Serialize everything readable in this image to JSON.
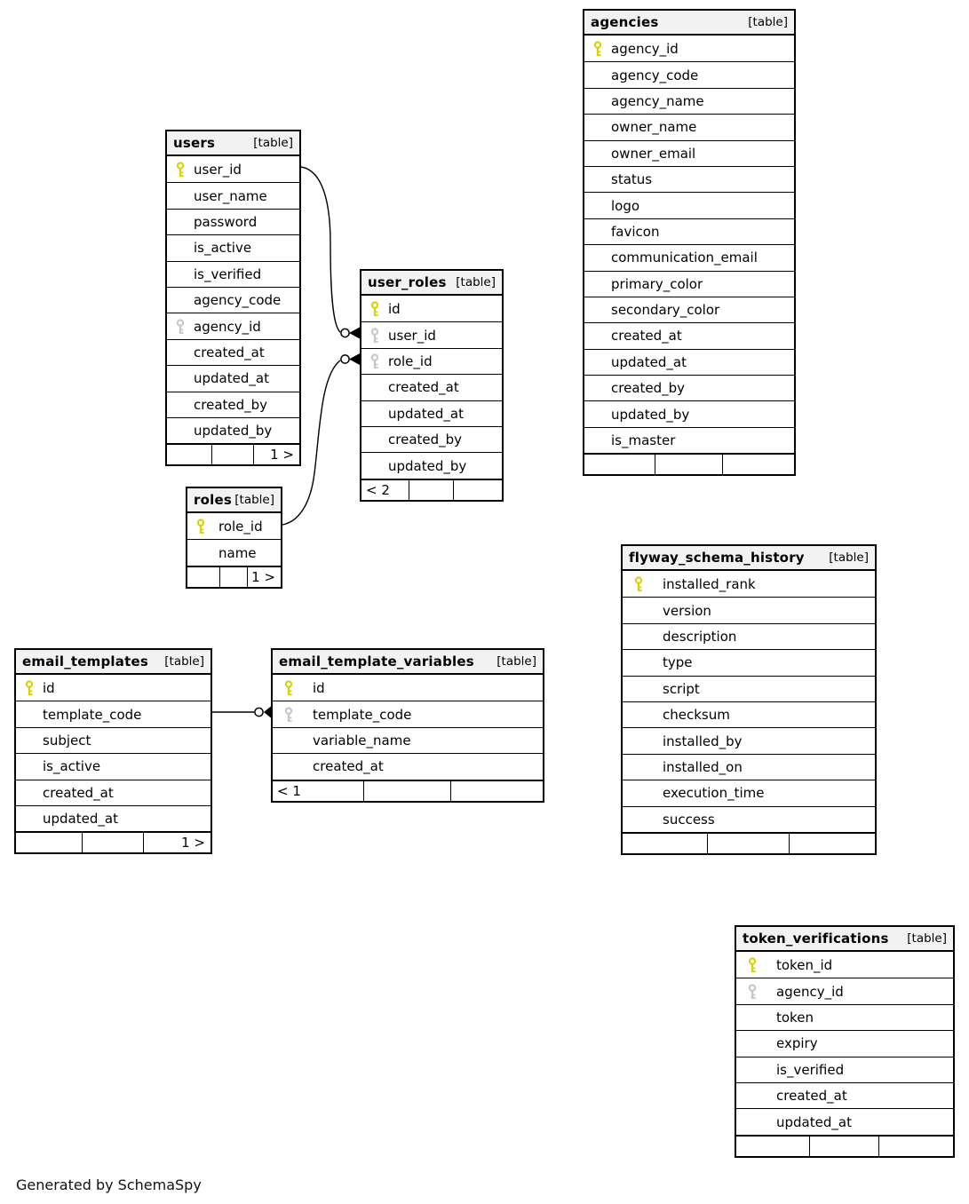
{
  "diagram": {
    "generated_note": "Generated by SchemaSpy",
    "table_badge": "[table]",
    "colors": {
      "pk_key": "#d4d411",
      "fk_key": "#c8c8c8",
      "header_bg": "#f2f2f2",
      "border": "#000000"
    }
  },
  "tables": [
    {
      "id": "users",
      "name": "users",
      "columns": [
        {
          "name": "user_id",
          "key": "pk"
        },
        {
          "name": "user_name",
          "key": ""
        },
        {
          "name": "password",
          "key": ""
        },
        {
          "name": "is_active",
          "key": ""
        },
        {
          "name": "is_verified",
          "key": ""
        },
        {
          "name": "agency_code",
          "key": ""
        },
        {
          "name": "agency_id",
          "key": "fk"
        },
        {
          "name": "created_at",
          "key": ""
        },
        {
          "name": "updated_at",
          "key": ""
        },
        {
          "name": "created_by",
          "key": ""
        },
        {
          "name": "updated_by",
          "key": ""
        }
      ],
      "footer": [
        "",
        "",
        "1 >"
      ]
    },
    {
      "id": "user_roles",
      "name": "user_roles",
      "columns": [
        {
          "name": "id",
          "key": "pk"
        },
        {
          "name": "user_id",
          "key": "fk"
        },
        {
          "name": "role_id",
          "key": "fk"
        },
        {
          "name": "created_at",
          "key": ""
        },
        {
          "name": "updated_at",
          "key": ""
        },
        {
          "name": "created_by",
          "key": ""
        },
        {
          "name": "updated_by",
          "key": ""
        }
      ],
      "footer": [
        "< 2",
        "",
        ""
      ]
    },
    {
      "id": "agencies",
      "name": "agencies",
      "columns": [
        {
          "name": "agency_id",
          "key": "pk"
        },
        {
          "name": "agency_code",
          "key": ""
        },
        {
          "name": "agency_name",
          "key": ""
        },
        {
          "name": "owner_name",
          "key": ""
        },
        {
          "name": "owner_email",
          "key": ""
        },
        {
          "name": "status",
          "key": ""
        },
        {
          "name": "logo",
          "key": ""
        },
        {
          "name": "favicon",
          "key": ""
        },
        {
          "name": "communication_email",
          "key": ""
        },
        {
          "name": "primary_color",
          "key": ""
        },
        {
          "name": "secondary_color",
          "key": ""
        },
        {
          "name": "created_at",
          "key": ""
        },
        {
          "name": "updated_at",
          "key": ""
        },
        {
          "name": "created_by",
          "key": ""
        },
        {
          "name": "updated_by",
          "key": ""
        },
        {
          "name": "is_master",
          "key": ""
        }
      ],
      "footer": [
        "",
        "",
        ""
      ]
    },
    {
      "id": "roles",
      "name": "roles",
      "columns": [
        {
          "name": "role_id",
          "key": "pk"
        },
        {
          "name": "name",
          "key": ""
        }
      ],
      "footer": [
        "",
        "",
        "1 >"
      ]
    },
    {
      "id": "flyway_schema_history",
      "name": "flyway_schema_history",
      "columns": [
        {
          "name": "installed_rank",
          "key": "pk"
        },
        {
          "name": "version",
          "key": ""
        },
        {
          "name": "description",
          "key": ""
        },
        {
          "name": "type",
          "key": ""
        },
        {
          "name": "script",
          "key": ""
        },
        {
          "name": "checksum",
          "key": ""
        },
        {
          "name": "installed_by",
          "key": ""
        },
        {
          "name": "installed_on",
          "key": ""
        },
        {
          "name": "execution_time",
          "key": ""
        },
        {
          "name": "success",
          "key": ""
        }
      ],
      "footer": [
        "",
        "",
        ""
      ]
    },
    {
      "id": "email_templates",
      "name": "email_templates",
      "columns": [
        {
          "name": "id",
          "key": "pk"
        },
        {
          "name": "template_code",
          "key": ""
        },
        {
          "name": "subject",
          "key": ""
        },
        {
          "name": "is_active",
          "key": ""
        },
        {
          "name": "created_at",
          "key": ""
        },
        {
          "name": "updated_at",
          "key": ""
        }
      ],
      "footer": [
        "",
        "",
        "1 >"
      ]
    },
    {
      "id": "email_template_variables",
      "name": "email_template_variables",
      "columns": [
        {
          "name": "id",
          "key": "pk"
        },
        {
          "name": "template_code",
          "key": "fk"
        },
        {
          "name": "variable_name",
          "key": ""
        },
        {
          "name": "created_at",
          "key": ""
        }
      ],
      "footer": [
        "< 1",
        "",
        ""
      ]
    },
    {
      "id": "token_verifications",
      "name": "token_verifications",
      "columns": [
        {
          "name": "token_id",
          "key": "pk"
        },
        {
          "name": "agency_id",
          "key": "fk"
        },
        {
          "name": "token",
          "key": ""
        },
        {
          "name": "expiry",
          "key": ""
        },
        {
          "name": "is_verified",
          "key": ""
        },
        {
          "name": "created_at",
          "key": ""
        },
        {
          "name": "updated_at",
          "key": ""
        }
      ],
      "footer": [
        "",
        "",
        ""
      ]
    }
  ],
  "relationships": [
    {
      "from_table": "users",
      "from_column": "user_id",
      "to_table": "user_roles",
      "to_column": "user_id"
    },
    {
      "from_table": "roles",
      "from_column": "role_id",
      "to_table": "user_roles",
      "to_column": "role_id"
    },
    {
      "from_table": "email_templates",
      "from_column": "template_code",
      "to_table": "email_template_variables",
      "to_column": "template_code"
    }
  ]
}
